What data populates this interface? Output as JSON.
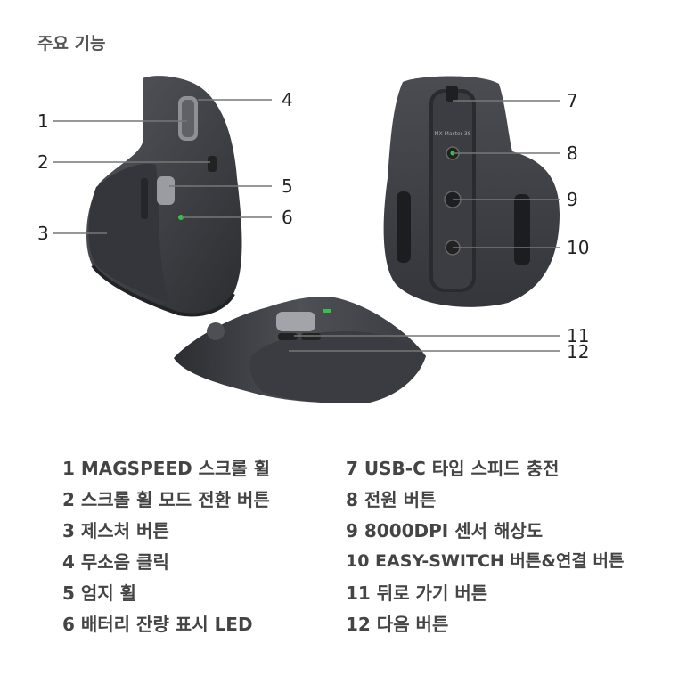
{
  "title": "주요 기능",
  "callouts": [
    "1",
    "2",
    "3",
    "4",
    "5",
    "6",
    "7",
    "8",
    "9",
    "10",
    "11",
    "12"
  ],
  "legend": [
    "1 MAGSPEED 스크롤 휠",
    "2 스크롤 휠 모드 전환 버튼",
    "3 제스처 버튼",
    "4 무소음 클릭",
    "5 엄지 휠",
    "6 배터리 잔량 표시 LED",
    "7 USB-C 타입 스피드 충전",
    "8 전원 버튼",
    "9 8000DPI 센서 해상도",
    "10 EASY-SWITCH 버튼&연결 버튼",
    "11 뒤로 가기 버튼",
    "12 다음 버튼"
  ],
  "mouse_label": "MX Master 3S",
  "colors": {
    "mouse_body": "#3d3f44",
    "mouse_dark": "#2b2c30",
    "led": "#35c24a",
    "line": "#777777"
  }
}
